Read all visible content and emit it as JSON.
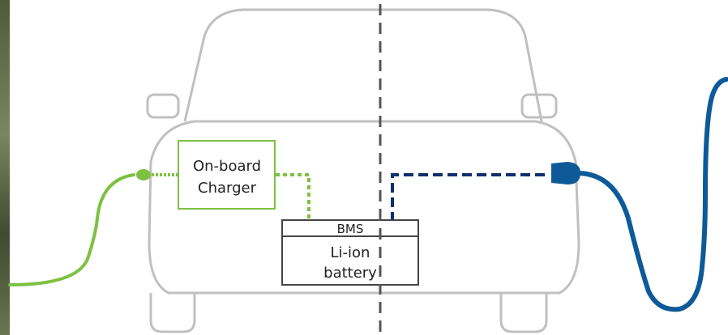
{
  "labels": {
    "charger_line1": "On-board",
    "charger_line2": "Charger",
    "bms": "BMS",
    "battery_line1": "Li-ion",
    "battery_line2": "battery"
  },
  "colors": {
    "car_outline": "#c0c0c0",
    "ac_green": "#7dc142",
    "dc_blue": "#0e5a98",
    "dc_navy": "#0d2f6b",
    "divider": "#555555",
    "box_border": "#444444"
  }
}
